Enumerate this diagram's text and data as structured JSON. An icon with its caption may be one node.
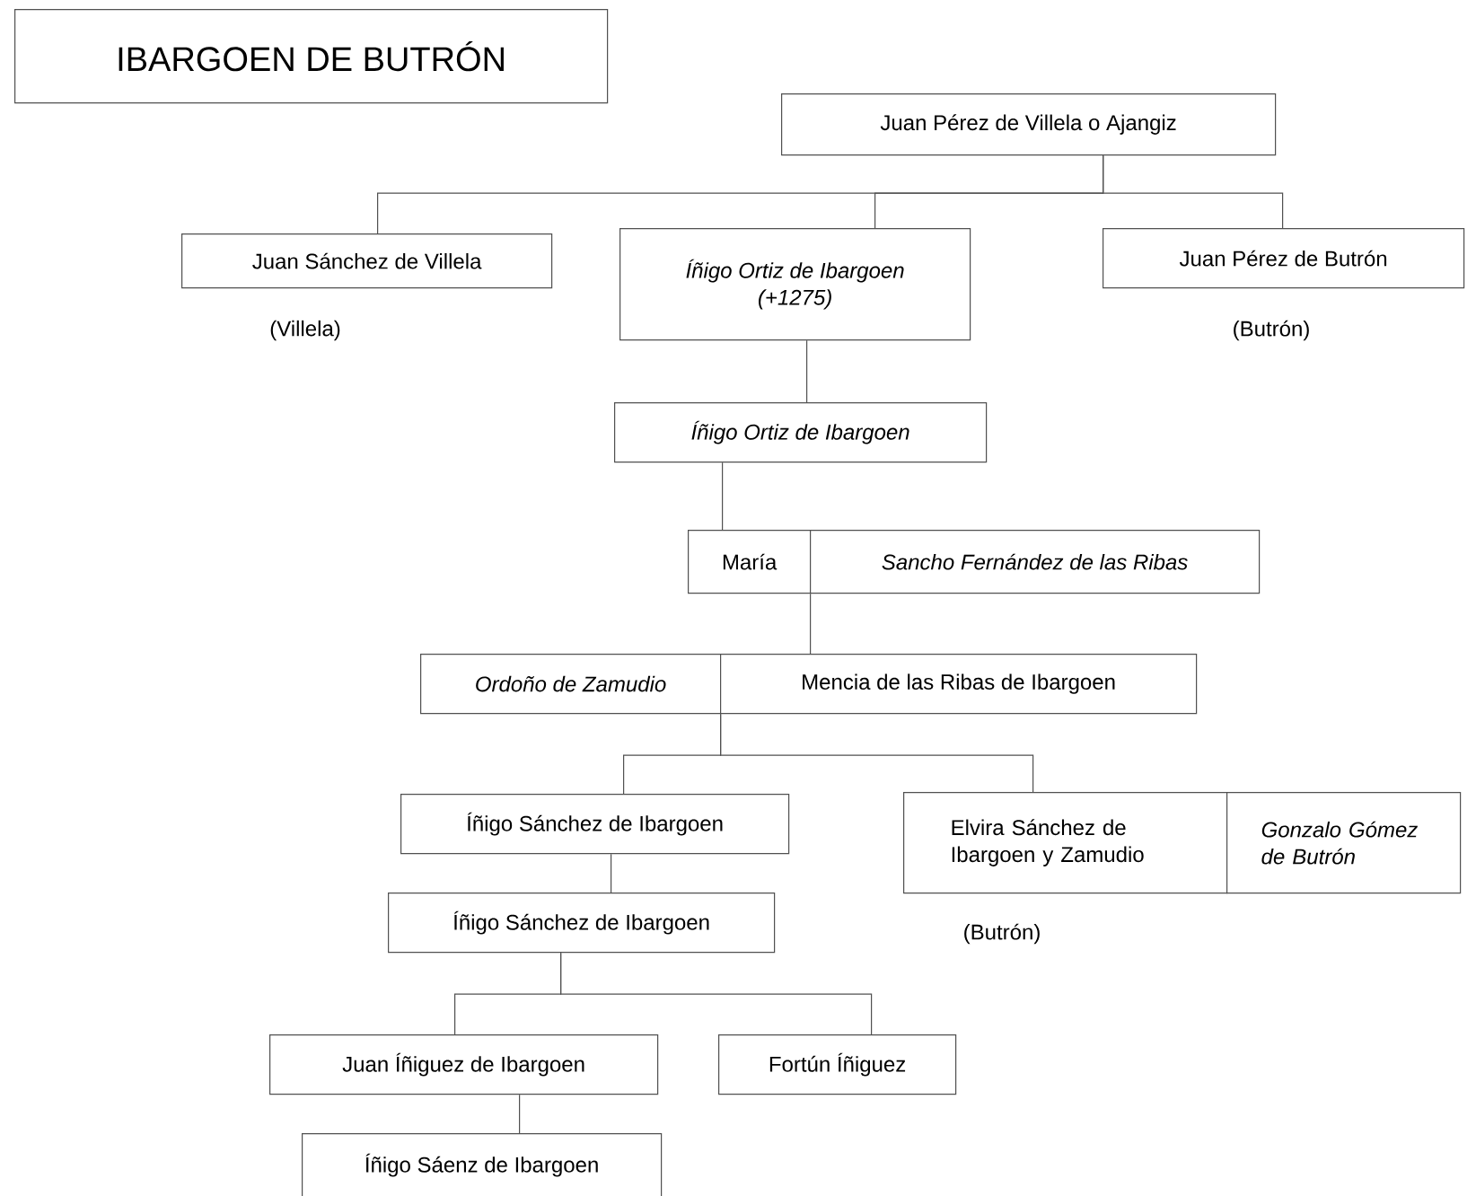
{
  "diagram": {
    "title": "IBARGOEN DE BUTRÓN",
    "nodes": [
      {
        "text": [
          "Juan Pérez de Villela o Ajangiz"
        ]
      },
      {
        "text": [
          "Juan Sánchez de Villela"
        ],
        "beside": [
          "(Villela)"
        ]
      },
      {
        "text": [
          "Íñigo Ortiz de Ibargoen",
          "(+1275)"
        ]
      },
      {
        "text": [
          "Juan Pérez de Butrón"
        ],
        "beside": [
          "(Butrón)"
        ]
      },
      {
        "text": [
          "Íñigo Ortiz de Ibargoen"
        ]
      },
      {
        "text": [
          "María"
        ]
      },
      {
        "text": [
          "Sancho Fernández de las Ribas"
        ]
      },
      {
        "text": [
          "Ordoño de Zamudio"
        ]
      },
      {
        "text": [
          "Mencia de las Ribas de Ibargoen"
        ]
      },
      {
        "text": [
          "Íñigo Sánchez de Ibargoen"
        ]
      },
      {
        "text": [
          "Elvira Sánchez de Ibargoen y Zamudio"
        ],
        "beside": [
          "(Butrón)"
        ]
      },
      {
        "text": [
          "Gonzalo Gómez de Butrón"
        ]
      },
      {
        "text": [
          "Íñigo Sánchez de Ibargoen"
        ]
      },
      {
        "text": [
          "Juan Íñiguez de Ibargoen"
        ]
      },
      {
        "text": [
          "Fortún Íñiguez"
        ]
      },
      {
        "text": [
          "Íñigo Sáenz de Ibargoen"
        ]
      }
    ],
    "edges": [
      {
        "from": 0,
        "to": 1,
        "arrow": "none"
      },
      {
        "from": 0,
        "to": 2,
        "arrow": "none"
      },
      {
        "from": 0,
        "to": 3,
        "arrow": "none"
      },
      {
        "from": 2,
        "to": 4,
        "arrow": "none"
      },
      {
        "from": 4,
        "to": 5,
        "arrow": "none"
      },
      {
        "from": 6,
        "to": 8,
        "arrow": "none"
      },
      {
        "from": 8,
        "to": 9,
        "arrow": "none"
      },
      {
        "from": 8,
        "to": 10,
        "arrow": "none"
      },
      {
        "from": 9,
        "to": 12,
        "arrow": "none"
      },
      {
        "from": 12,
        "to": 13,
        "arrow": "none"
      },
      {
        "from": 12,
        "to": 14,
        "arrow": "none"
      },
      {
        "from": 13,
        "to": 15,
        "arrow": "none"
      }
    ]
  }
}
